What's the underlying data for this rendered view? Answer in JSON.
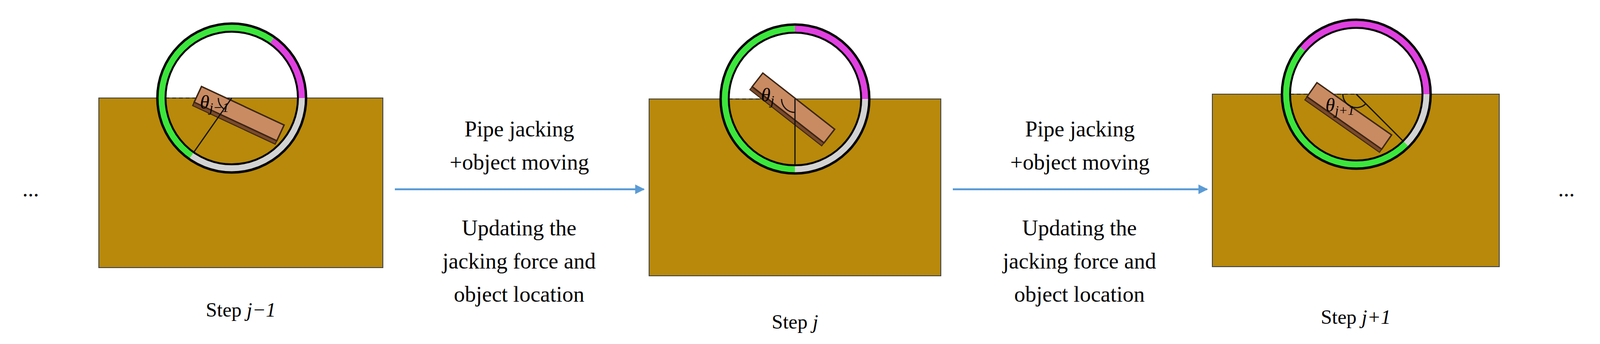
{
  "diagram": {
    "nodes": [
      {
        "text": [
          "Step j−1"
        ]
      },
      {
        "text": [
          "Step j"
        ]
      },
      {
        "text": [
          "Step j+1"
        ]
      }
    ],
    "edges": [
      {
        "from": 0,
        "to": 1,
        "arrow": "to",
        "label": "Pipe jacking +object moving"
      },
      {
        "from": 1,
        "to": 2,
        "arrow": "to",
        "label": "Pipe jacking +object moving"
      }
    ],
    "labels": [
      "...",
      "Updating the jacking force and object location",
      "Updating the jacking force and object location",
      "θj−1",
      "θj",
      "θj+1",
      "..."
    ]
  }
}
